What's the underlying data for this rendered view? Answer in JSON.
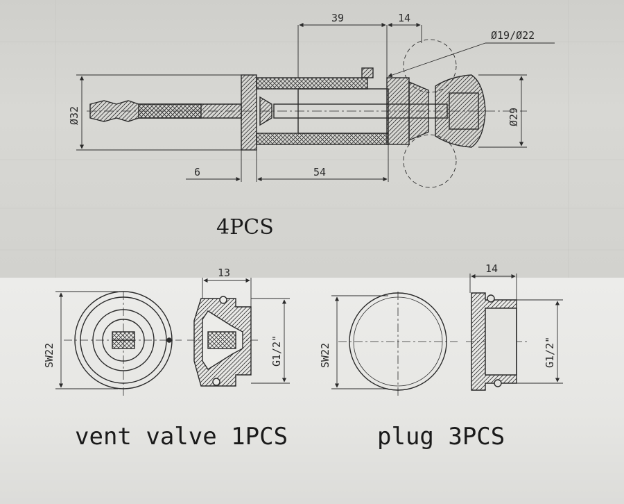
{
  "assembly": {
    "dims": {
      "len_39": "39",
      "len_14": "14",
      "dia_19_22": "Ø19/Ø22",
      "dia_32": "Ø32",
      "dia_29": "Ø29",
      "len_6": "6",
      "len_54": "54"
    },
    "caption": "4PCS"
  },
  "vent_valve": {
    "dims": {
      "width_13": "13",
      "sw22": "SW22",
      "thread": "G1/2\""
    },
    "caption": "vent valve 1PCS"
  },
  "plug": {
    "dims": {
      "width_14": "14",
      "sw22": "SW22",
      "thread": "G1/2\""
    },
    "caption": "plug 3PCS"
  }
}
